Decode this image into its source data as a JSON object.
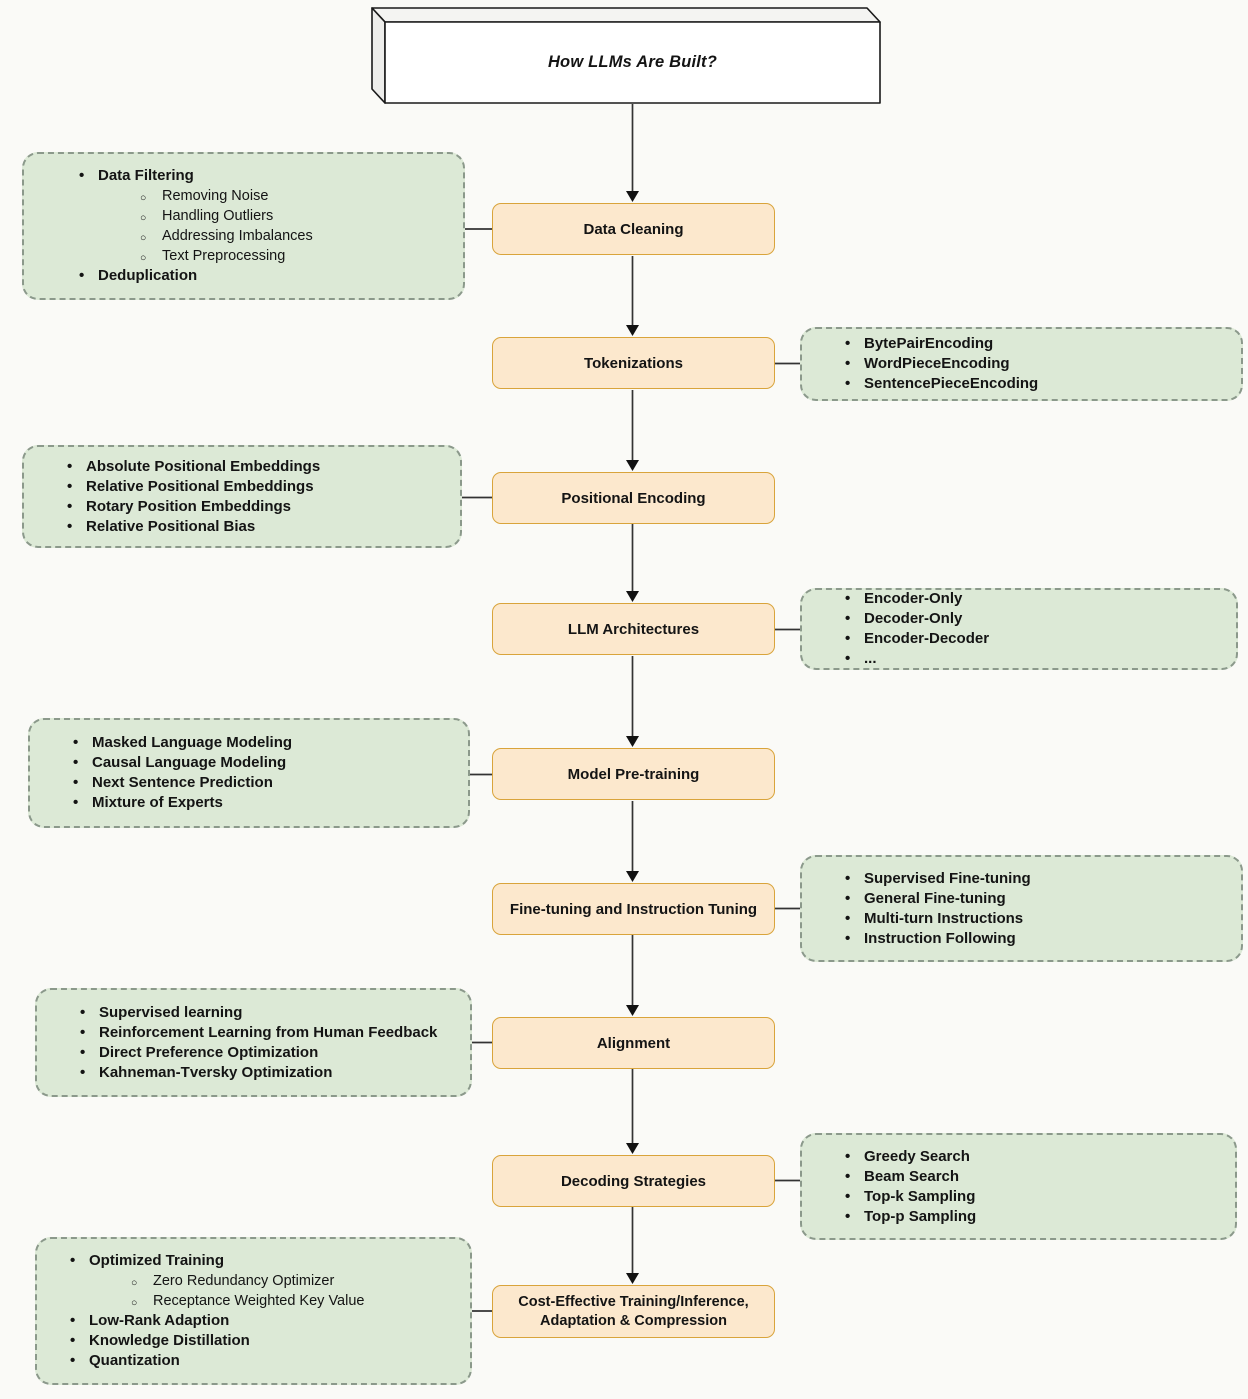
{
  "title": {
    "label": "How LLMs Are Built?"
  },
  "colors": {
    "stage_fill": "#FCE8CD",
    "stage_border": "#D9A43B",
    "note_fill": "#DCE9D6",
    "note_border": "#8B998B",
    "line": "#333333",
    "background": "#FAFAF7"
  },
  "stages": [
    {
      "label": "Data Cleaning"
    },
    {
      "label": "Tokenizations"
    },
    {
      "label": "Positional Encoding"
    },
    {
      "label": "LLM Architectures"
    },
    {
      "label": "Model Pre-training"
    },
    {
      "label": "Fine-tuning and Instruction Tuning"
    },
    {
      "label": "Alignment"
    },
    {
      "label": "Decoding Strategies"
    },
    {
      "label": "Cost-Effective Training/Inference, Adaptation & Compression"
    }
  ],
  "notes": [
    {
      "for": "Data Cleaning",
      "side": "left",
      "items": [
        {
          "t": "Data Filtering",
          "lvl": 1
        },
        {
          "t": "Removing Noise",
          "lvl": 2
        },
        {
          "t": "Handling Outliers",
          "lvl": 2
        },
        {
          "t": "Addressing Imbalances",
          "lvl": 2
        },
        {
          "t": "Text Preprocessing",
          "lvl": 2
        },
        {
          "t": "Deduplication",
          "lvl": 1
        }
      ]
    },
    {
      "for": "Tokenizations",
      "side": "right",
      "items": [
        {
          "t": "BytePairEncoding",
          "lvl": 1
        },
        {
          "t": "WordPieceEncoding",
          "lvl": 1
        },
        {
          "t": "SentencePieceEncoding",
          "lvl": 1
        }
      ]
    },
    {
      "for": "Positional Encoding",
      "side": "left",
      "items": [
        {
          "t": "Absolute Positional Embeddings",
          "lvl": 1
        },
        {
          "t": "Relative Positional Embeddings",
          "lvl": 1
        },
        {
          "t": "Rotary Position Embeddings",
          "lvl": 1
        },
        {
          "t": "Relative Positional Bias",
          "lvl": 1
        }
      ]
    },
    {
      "for": "LLM Architectures",
      "side": "right",
      "items": [
        {
          "t": "Encoder-Only",
          "lvl": 1
        },
        {
          "t": "Decoder-Only",
          "lvl": 1
        },
        {
          "t": "Encoder-Decoder",
          "lvl": 1
        },
        {
          "t": "...",
          "lvl": 1
        }
      ]
    },
    {
      "for": "Model Pre-training",
      "side": "left",
      "items": [
        {
          "t": "Masked Language Modeling",
          "lvl": 1
        },
        {
          "t": "Causal Language Modeling",
          "lvl": 1
        },
        {
          "t": "Next Sentence Prediction",
          "lvl": 1
        },
        {
          "t": "Mixture of Experts",
          "lvl": 1
        }
      ]
    },
    {
      "for": "Fine-tuning and Instruction Tuning",
      "side": "right",
      "items": [
        {
          "t": "Supervised Fine-tuning",
          "lvl": 1
        },
        {
          "t": "General Fine-tuning",
          "lvl": 1
        },
        {
          "t": "Multi-turn Instructions",
          "lvl": 1
        },
        {
          "t": "Instruction Following",
          "lvl": 1
        }
      ]
    },
    {
      "for": "Alignment",
      "side": "left",
      "items": [
        {
          "t": "Supervised learning",
          "lvl": 1
        },
        {
          "t": "Reinforcement Learning from Human Feedback",
          "lvl": 1
        },
        {
          "t": "Direct Preference Optimization",
          "lvl": 1
        },
        {
          "t": "Kahneman-Tversky Optimization",
          "lvl": 1
        }
      ]
    },
    {
      "for": "Decoding Strategies",
      "side": "right",
      "items": [
        {
          "t": "Greedy Search",
          "lvl": 1
        },
        {
          "t": "Beam Search",
          "lvl": 1
        },
        {
          "t": "Top-k Sampling",
          "lvl": 1
        },
        {
          "t": "Top-p Sampling",
          "lvl": 1
        }
      ]
    },
    {
      "for": "Cost-Effective Training/Inference, Adaptation & Compression",
      "side": "left",
      "items": [
        {
          "t": "Optimized Training",
          "lvl": 1
        },
        {
          "t": "Zero Redundancy Optimizer",
          "lvl": 2
        },
        {
          "t": "Receptance Weighted Key Value",
          "lvl": 2
        },
        {
          "t": "Low-Rank Adaption",
          "lvl": 1
        },
        {
          "t": "Knowledge Distillation",
          "lvl": 1
        },
        {
          "t": "Quantization",
          "lvl": 1
        }
      ]
    }
  ]
}
